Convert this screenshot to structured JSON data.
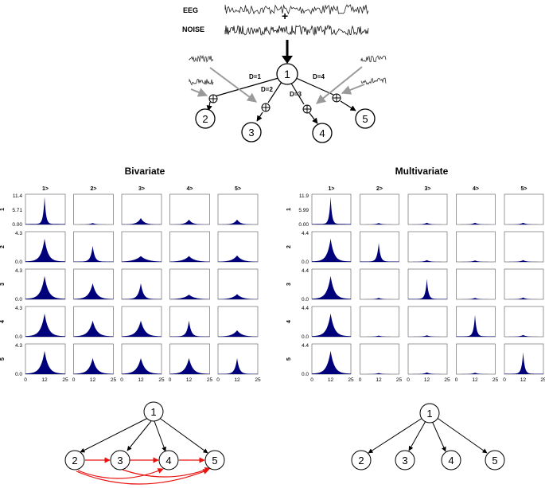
{
  "top_diagram": {
    "eeg_label": "EEG",
    "plus_sign": "+",
    "noise_label": "NOISE",
    "source_node": "1",
    "target_nodes": [
      "2",
      "3",
      "4",
      "5"
    ],
    "delays": [
      "D=1",
      "D=2",
      "D=3",
      "D=4"
    ],
    "adder_symbol": "⊕"
  },
  "panels": [
    {
      "title": "Bivariate",
      "col_labels": [
        "1>",
        "2>",
        "3>",
        "4>",
        "5>"
      ],
      "row_labels": [
        "1",
        "2",
        "3",
        "4",
        "5"
      ],
      "row_y_ticks": [
        [
          "11.4",
          "5.71",
          "0.00"
        ],
        [
          "4.3",
          "0.0"
        ],
        [
          "4.3",
          "0.0"
        ],
        [
          "4.3",
          "0.0"
        ],
        [
          "4.3",
          "0.0"
        ]
      ],
      "x_ticks": [
        "0",
        "12",
        "25"
      ],
      "cell_peaks": [
        [
          0.95,
          0.05,
          0.22,
          0.17,
          0.17
        ],
        [
          0.8,
          0.55,
          0.2,
          0.2,
          0.22
        ],
        [
          0.8,
          0.55,
          0.55,
          0.16,
          0.18
        ],
        [
          0.8,
          0.55,
          0.55,
          0.55,
          0.22
        ],
        [
          0.8,
          0.55,
          0.55,
          0.55,
          0.55
        ]
      ],
      "cell_widths": [
        [
          0.9,
          2.0,
          2.2,
          2.0,
          2.0
        ],
        [
          2.2,
          1.3,
          4.0,
          3.5,
          3.0
        ],
        [
          2.4,
          2.4,
          1.6,
          3.5,
          3.0
        ],
        [
          2.4,
          2.6,
          2.6,
          1.4,
          3.0
        ],
        [
          2.4,
          2.4,
          2.6,
          2.4,
          1.4
        ]
      ]
    },
    {
      "title": "Multivariate",
      "col_labels": [
        "1>",
        "2>",
        "3>",
        "4>",
        "5>"
      ],
      "row_labels": [
        "1",
        "2",
        "3",
        "4",
        "5"
      ],
      "row_y_ticks": [
        [
          "11.9",
          "5.99",
          "0.00"
        ],
        [
          "4.4",
          "0.0"
        ],
        [
          "4.4",
          "0.0"
        ],
        [
          "4.4",
          "0.0"
        ],
        [
          "4.4",
          "0.0"
        ]
      ],
      "x_ticks": [
        "0",
        "12",
        "25"
      ],
      "cell_peaks": [
        [
          0.95,
          0.05,
          0.06,
          0.06,
          0.06
        ],
        [
          0.8,
          0.65,
          0.06,
          0.05,
          0.06
        ],
        [
          0.8,
          0.05,
          0.7,
          0.05,
          0.06
        ],
        [
          0.8,
          0.04,
          0.05,
          0.75,
          0.06
        ],
        [
          0.8,
          0.04,
          0.06,
          0.05,
          0.75
        ]
      ],
      "cell_widths": [
        [
          0.9,
          2.0,
          2.0,
          2.0,
          2.0
        ],
        [
          2.2,
          1.1,
          2.0,
          2.0,
          2.0
        ],
        [
          2.4,
          2.0,
          1.0,
          2.0,
          2.0
        ],
        [
          2.4,
          2.0,
          2.0,
          1.0,
          2.0
        ],
        [
          2.4,
          2.0,
          2.0,
          2.0,
          1.0
        ]
      ]
    }
  ],
  "bottom_graphs": {
    "bivariate": {
      "nodes": [
        "1",
        "2",
        "3",
        "4",
        "5"
      ],
      "edges": [
        [
          "1",
          "2"
        ],
        [
          "1",
          "3"
        ],
        [
          "1",
          "4"
        ],
        [
          "1",
          "5"
        ]
      ],
      "spurious_edges": [
        [
          "2",
          "3"
        ],
        [
          "3",
          "4"
        ],
        [
          "4",
          "5"
        ],
        [
          "2",
          "4"
        ],
        [
          "2",
          "5"
        ],
        [
          "3",
          "5"
        ]
      ],
      "spurious_color": "#e8120f"
    },
    "multivariate": {
      "nodes": [
        "1",
        "2",
        "3",
        "4",
        "5"
      ],
      "edges": [
        [
          "1",
          "2"
        ],
        [
          "1",
          "3"
        ],
        [
          "1",
          "4"
        ],
        [
          "1",
          "5"
        ]
      ]
    }
  },
  "colors": {
    "fill": "#00007a",
    "frame": "#555555"
  }
}
